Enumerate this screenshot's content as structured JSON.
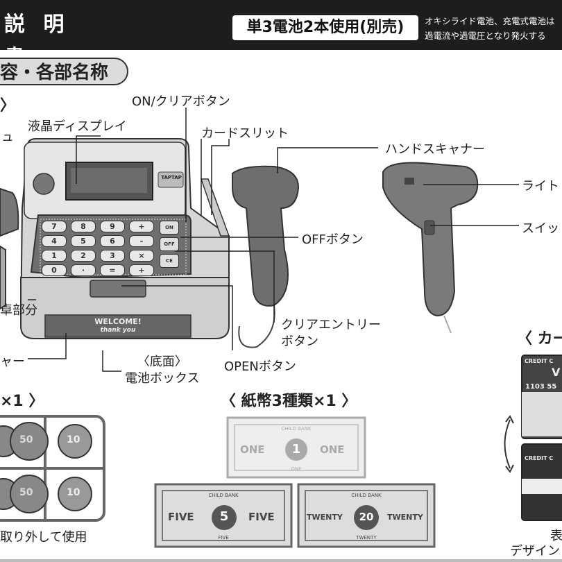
{
  "header": {
    "title": "説 明 書",
    "battery_box": "単3電池2本使用(別売)",
    "note_line1": "オキシライド電池、充電式電池は",
    "note_line2": "過電流や過電圧となり発火する"
  },
  "section_title": "容・各部名称",
  "bracket_mark": "〉",
  "left_edge_fragment": "ュ",
  "labels": {
    "on_clear_button": "ON/クリアボタン",
    "lcd_display": "液晶ディスプレイ",
    "card_slit": "カードスリット",
    "hand_scanner": "ハンドスキャナー",
    "light": "ライト",
    "switch": "スイッ",
    "off_button": "OFFボタン",
    "desk_part": "卓部分",
    "clear_entry_button_line1": "クリアエントリー",
    "clear_entry_button_line2": "ボタン",
    "scanner_fragment": "ャー",
    "open_button": "OPENボタン",
    "battery_box_line1": "〈底面〉",
    "battery_box_line2": "電池ボックス"
  },
  "register": {
    "brand_badge": "TAPTAP",
    "keys": [
      "7",
      "8",
      "9",
      "+",
      "4",
      "5",
      "6",
      "-",
      "1",
      "2",
      "3",
      "×",
      "0",
      "·",
      "=",
      "+"
    ],
    "side_keys": [
      "ON",
      "OFF",
      "CE"
    ],
    "front_plate_line1": "WELCOME!",
    "front_plate_line2": "thank you"
  },
  "coins": {
    "heading": "×1 〉",
    "values": [
      "50",
      "10",
      "50",
      "10"
    ],
    "caption": "取り外して使用"
  },
  "bills": {
    "heading": "〈 紙幣3種類×1 〉",
    "bank_label": "CHILD BANK",
    "items": [
      {
        "word": "ONE",
        "number": "1"
      },
      {
        "word": "FIVE",
        "number": "5"
      },
      {
        "word": "TWENTY",
        "number": "20"
      }
    ]
  },
  "cards": {
    "heading": "〈 カー",
    "card_title": "CREDIT C",
    "card_number": "1103 55",
    "card_logo": "V",
    "caption_line1": "表",
    "caption_line2": "デザイン"
  }
}
